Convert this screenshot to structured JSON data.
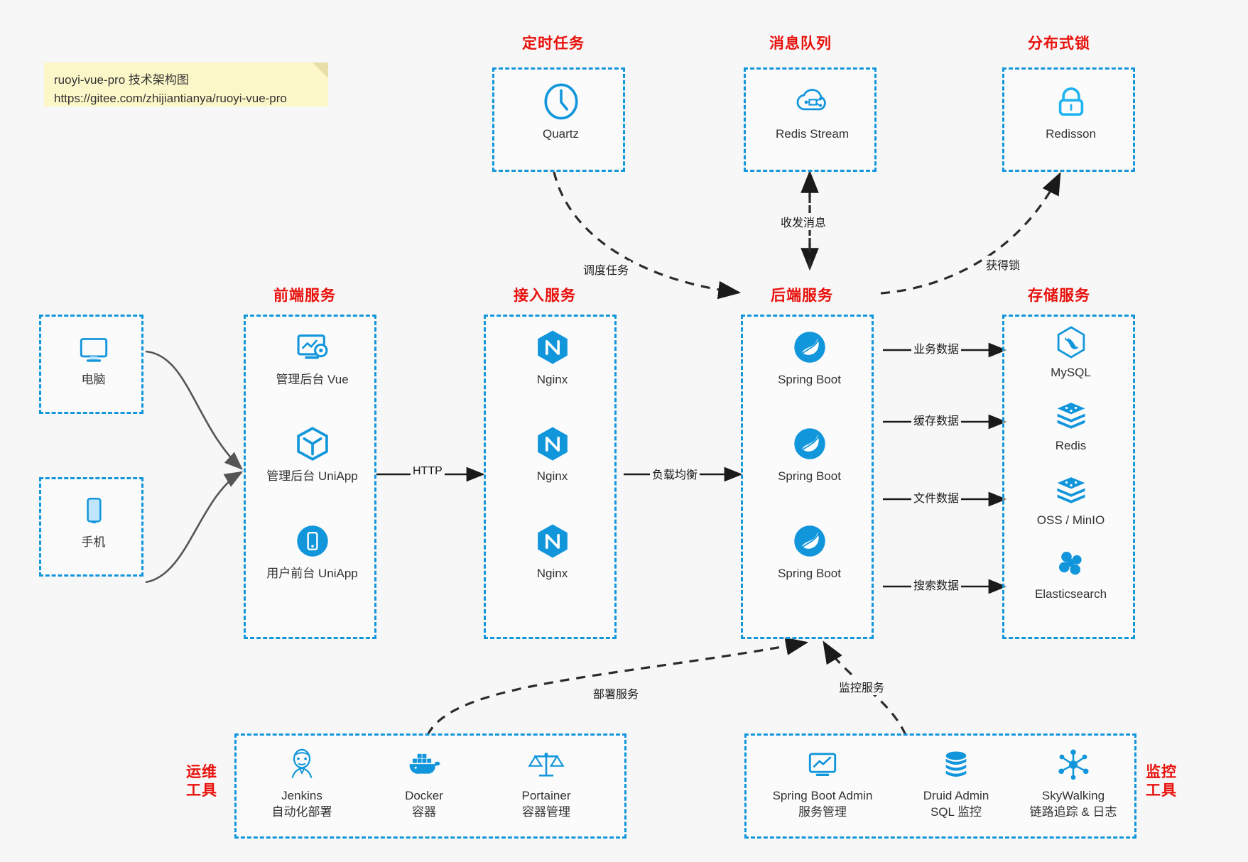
{
  "note": {
    "line1": "ruoyi-vue-pro 技术架构图",
    "line2": "https://gitee.com/zhijiantianya/ruoyi-vue-pro"
  },
  "colors": {
    "accent": "#1296db",
    "title": "#e8110c",
    "background": "#f7f7f7",
    "note_bg": "#fcf7c8",
    "edge": "#1a1a1a",
    "solid_edge": "#555555"
  },
  "groups": {
    "scheduled_task": {
      "title": "定时任务"
    },
    "message_queue": {
      "title": "消息队列"
    },
    "distributed_lock": {
      "title": "分布式锁"
    },
    "frontend": {
      "title": "前端服务"
    },
    "gateway": {
      "title": "接入服务"
    },
    "backend": {
      "title": "后端服务"
    },
    "storage": {
      "title": "存储服务"
    },
    "devops": {
      "title_line1": "运维",
      "title_line2": "工具"
    },
    "monitor": {
      "title_line1": "监控",
      "title_line2": "工具"
    }
  },
  "nodes": {
    "quartz": {
      "label": "Quartz",
      "icon": "clock-icon"
    },
    "redis_stream": {
      "label": "Redis Stream",
      "icon": "cloud-stream-icon"
    },
    "redisson": {
      "label": "Redisson",
      "icon": "lock-icon"
    },
    "computer": {
      "label": "电脑",
      "icon": "desktop-icon"
    },
    "phone": {
      "label": "手机",
      "icon": "mobile-icon"
    },
    "admin_vue": {
      "label": "管理后台 Vue",
      "icon": "dashboard-icon"
    },
    "admin_uniapp": {
      "label": "管理后台 UniApp",
      "icon": "cube-icon"
    },
    "user_uniapp": {
      "label": "用户前台 UniApp",
      "icon": "app-icon"
    },
    "nginx1": {
      "label": "Nginx",
      "icon": "nginx-icon"
    },
    "nginx2": {
      "label": "Nginx",
      "icon": "nginx-icon"
    },
    "nginx3": {
      "label": "Nginx",
      "icon": "nginx-icon"
    },
    "spring1": {
      "label": "Spring Boot",
      "icon": "spring-leaf-icon"
    },
    "spring2": {
      "label": "Spring Boot",
      "icon": "spring-leaf-icon"
    },
    "spring3": {
      "label": "Spring Boot",
      "icon": "spring-leaf-icon"
    },
    "mysql": {
      "label": "MySQL",
      "icon": "mysql-dolphin-icon"
    },
    "redis": {
      "label": "Redis",
      "icon": "redis-stack-icon"
    },
    "oss": {
      "label": "OSS / MinIO",
      "icon": "redis-stack-icon"
    },
    "elasticsearch": {
      "label": "Elasticsearch",
      "icon": "elasticsearch-icon"
    },
    "jenkins": {
      "label": "Jenkins",
      "sublabel": "自动化部署",
      "icon": "jenkins-butler-icon"
    },
    "docker": {
      "label": "Docker",
      "sublabel": "容器",
      "icon": "docker-whale-icon"
    },
    "portainer": {
      "label": "Portainer",
      "sublabel": "容器管理",
      "icon": "scales-icon"
    },
    "spring_boot_admin": {
      "label": "Spring Boot Admin",
      "sublabel": "服务管理",
      "icon": "monitor-chart-icon"
    },
    "druid_admin": {
      "label": "Druid Admin",
      "sublabel": "SQL 监控",
      "icon": "database-icon"
    },
    "skywalking": {
      "label": "SkyWalking",
      "sublabel": "链路追踪 & 日志",
      "icon": "network-nodes-icon"
    }
  },
  "edges": {
    "http": "HTTP",
    "load_balance": "负载均衡",
    "schedule_task": "调度任务",
    "send_receive_message": "收发消息",
    "acquire_lock": "获得锁",
    "business_data": "业务数据",
    "cache_data": "缓存数据",
    "file_data": "文件数据",
    "search_data": "搜索数据",
    "deploy_service": "部署服务",
    "monitor_service": "监控服务"
  }
}
